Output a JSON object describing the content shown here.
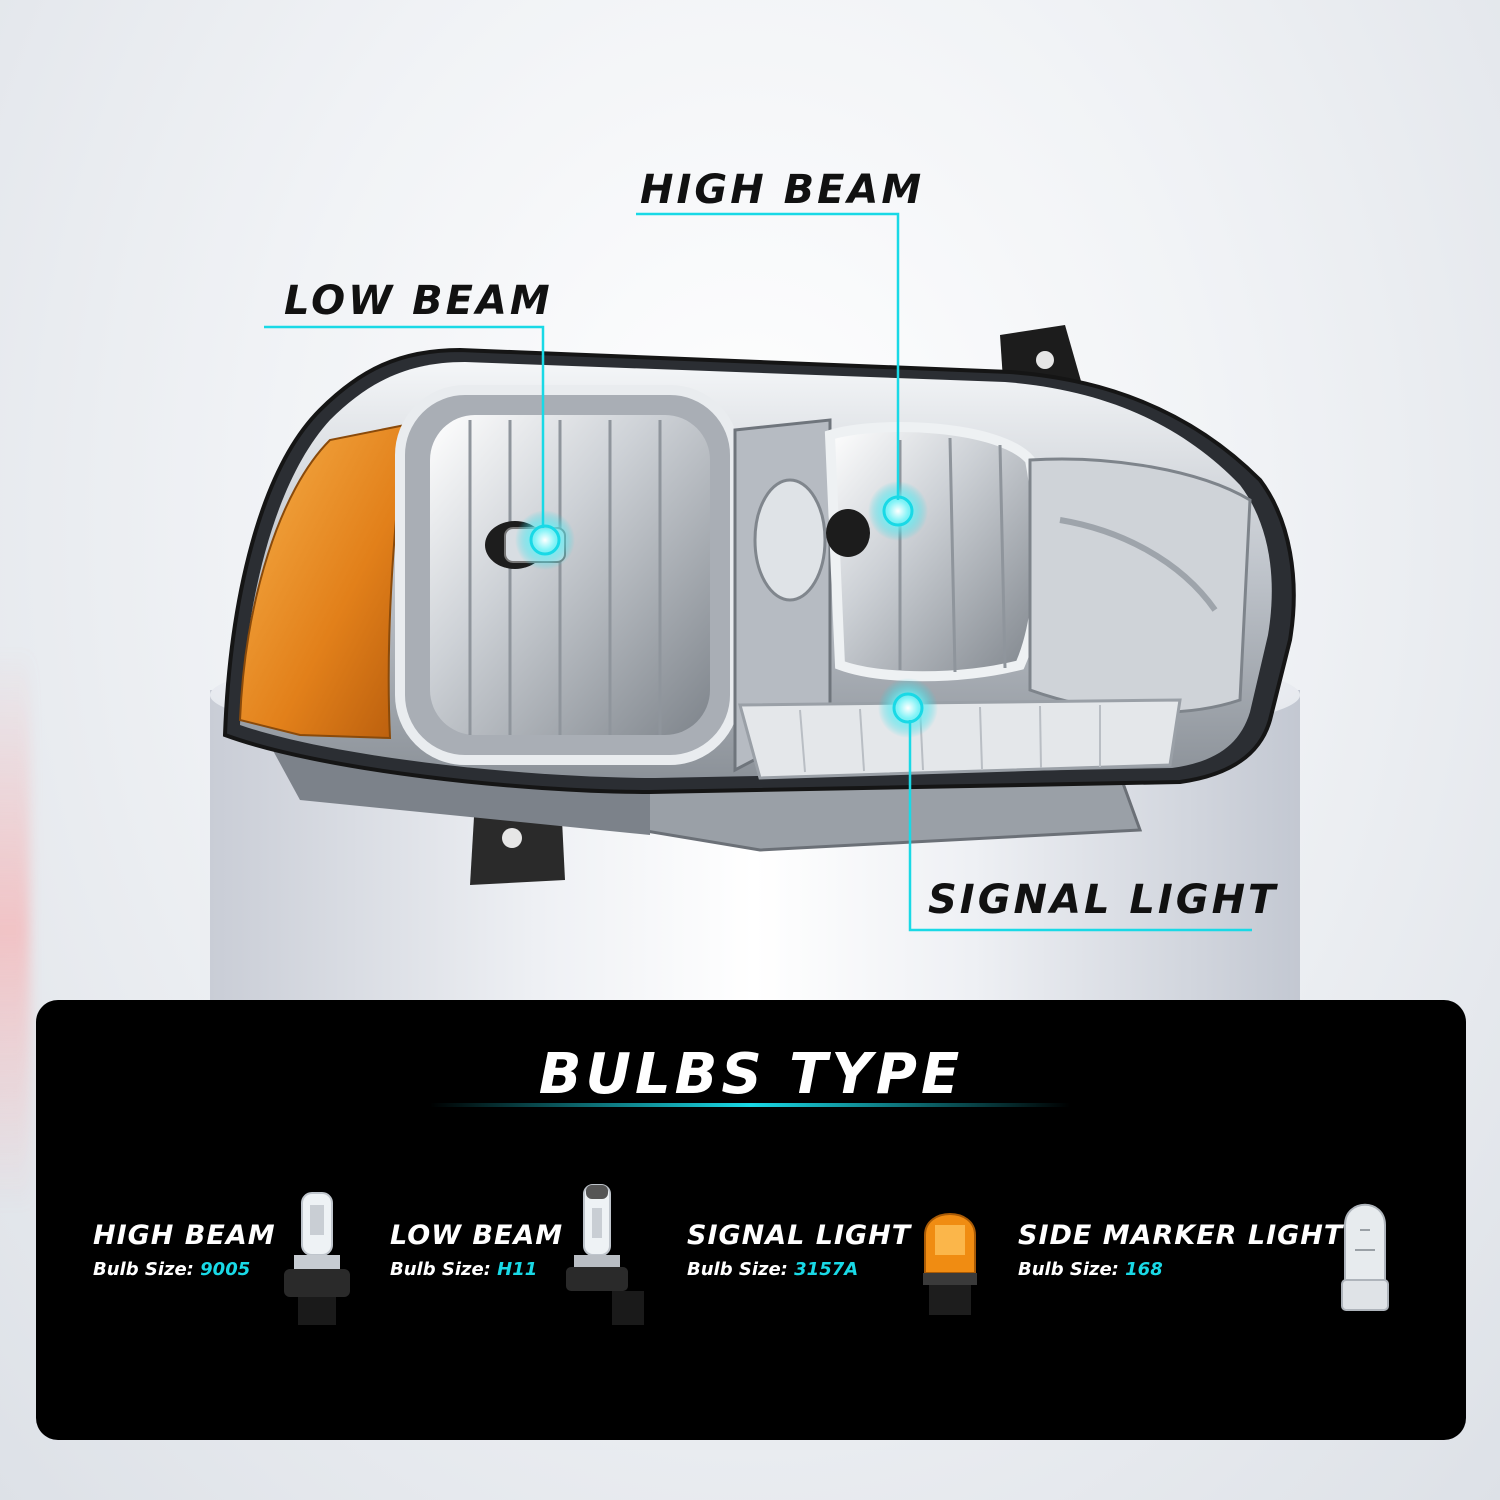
{
  "callouts": {
    "high_beam": "HIGH BEAM",
    "low_beam": "LOW BEAM",
    "signal_light": "SIGNAL LIGHT"
  },
  "panel": {
    "title": "BULBS TYPE",
    "size_prefix": "Bulb Size:",
    "items": [
      {
        "name": "HIGH BEAM",
        "size": "9005",
        "icon": "halogen-9005-bulb-icon"
      },
      {
        "name": "LOW BEAM",
        "size": "H11",
        "icon": "halogen-h11-bulb-icon"
      },
      {
        "name": "SIGNAL LIGHT",
        "size": "3157A",
        "icon": "amber-3157a-bulb-icon"
      },
      {
        "name": "SIDE MARKER LIGHT",
        "size": "168",
        "icon": "wedge-168-bulb-icon"
      }
    ]
  },
  "colors": {
    "accent": "#19d9e6",
    "panel_bg": "#000000",
    "amber": "#e8891b"
  }
}
